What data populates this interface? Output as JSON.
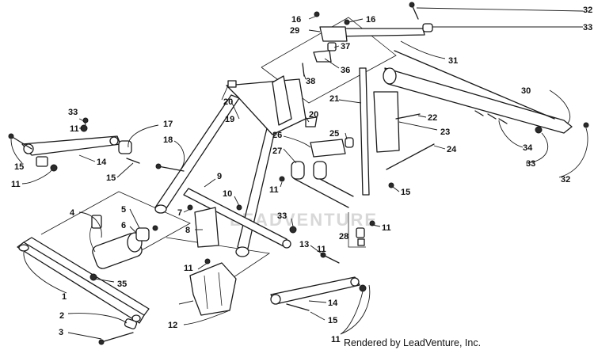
{
  "watermark": "LEADVENTURE",
  "credit": "Rendered by LeadVenture, Inc.",
  "callouts": {
    "c1": "1",
    "c2": "2",
    "c3": "3",
    "c4": "4",
    "c5": "5",
    "c6": "6",
    "c7": "7",
    "c8": "8",
    "c9": "9",
    "c10": "10",
    "c11a": "11",
    "c11b": "11",
    "c11c": "11",
    "c11d": "11",
    "c11e": "11",
    "c11f": "11",
    "c11g": "11",
    "c12": "12",
    "c13": "13",
    "c14a": "14",
    "c14b": "14",
    "c15a": "15",
    "c15b": "15",
    "c15c": "15",
    "c15d": "15",
    "c16a": "16",
    "c16b": "16",
    "c17": "17",
    "c18": "18",
    "c19": "19",
    "c20a": "20",
    "c20b": "20",
    "c21": "21",
    "c22": "22",
    "c23": "23",
    "c24": "24",
    "c25": "25",
    "c26": "26",
    "c27": "27",
    "c28": "28",
    "c29": "29",
    "c30": "30",
    "c31": "31",
    "c32a": "32",
    "c32b": "32",
    "c33a": "33",
    "c33b": "33",
    "c33c": "33",
    "c33d": "33",
    "c34": "34",
    "c35": "35",
    "c36": "36",
    "c37": "37",
    "c38": "38"
  }
}
